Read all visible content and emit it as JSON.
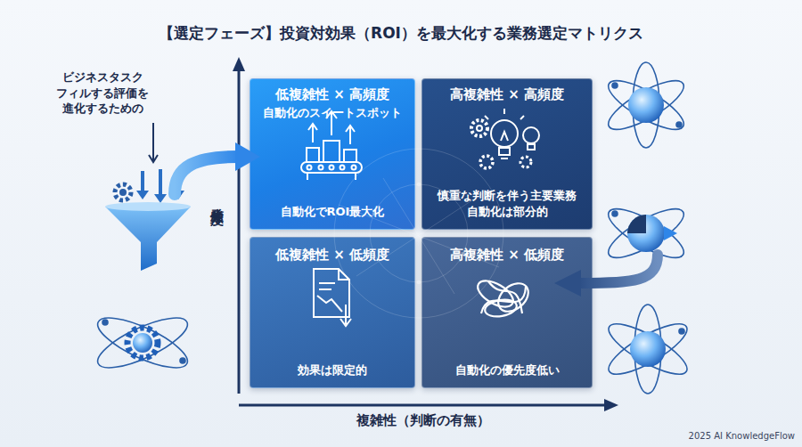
{
  "diagram": {
    "title": "【選定フェーズ】投資対効果（ROI）を最大化する業務選定マトリクス",
    "nodes": [
      {
        "text": [
          "低複雑性 × 高頻度",
          "自動化のスイートスポット",
          "自動化でROI最大化"
        ]
      },
      {
        "text": [
          "高複雑性 × 高頻度",
          "慎重な判断を伴う主要業務 自動化は部分的"
        ]
      },
      {
        "text": [
          "低複雑性 × 低頻度",
          "効果は限定的"
        ]
      },
      {
        "text": [
          "高複雑性 × 低頻度",
          "自動化の優先度低い"
        ]
      }
    ],
    "labels": [
      "ビジネスタスク フィルする評価を 進化するための",
      "発生頻度",
      "複雑性（判断の有無）",
      "2025 AI KnowledgeFlow"
    ]
  }
}
